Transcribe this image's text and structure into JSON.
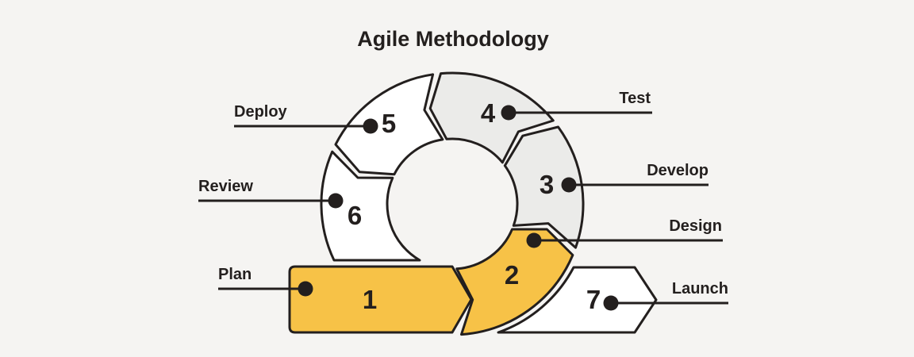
{
  "title": "Agile Methodology",
  "colors": {
    "background": "#F5F4F2",
    "ink": "#231F1E",
    "accent": "#F7C247",
    "muted": "#EBEBE9",
    "white": "#FFFFFF"
  },
  "steps": [
    {
      "number": "1",
      "label": "Plan",
      "fill": "accent"
    },
    {
      "number": "2",
      "label": "Design",
      "fill": "accent"
    },
    {
      "number": "3",
      "label": "Develop",
      "fill": "muted"
    },
    {
      "number": "4",
      "label": "Test",
      "fill": "muted"
    },
    {
      "number": "5",
      "label": "Deploy",
      "fill": "white"
    },
    {
      "number": "6",
      "label": "Review",
      "fill": "white"
    },
    {
      "number": "7",
      "label": "Launch",
      "fill": "white"
    }
  ]
}
